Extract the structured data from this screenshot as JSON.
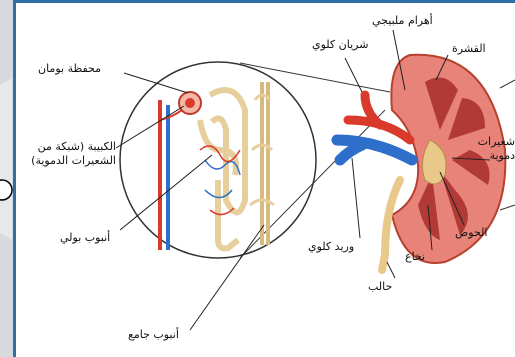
{
  "labels": {
    "bowman": "محفظة بومان",
    "glomerulus": "الكبيبة (شبكة من الشعيرات الدموية)",
    "tubule": "أنبوب بولي",
    "collecting_duct": "أنبوب جامع",
    "cortex": "القشرة",
    "pyramids": "أهرام ملبيجي",
    "renal_artery": "شريان كلوي",
    "capillaries_right": "شعيرات دموية",
    "pelvis": "الحوض",
    "medulla": "نخاع",
    "ureter": "حالب",
    "renal_vein": "وريد كلوي"
  },
  "colors": {
    "frame_border": "#2f6fa8",
    "kidney_outer": "#d9534f",
    "kidney_cortex": "#e8837a",
    "medulla": "#b23a36",
    "artery": "#d93a2b",
    "vein": "#2f6fcc",
    "ureter": "#e8c98a",
    "tubule": "#e7cf9d"
  }
}
